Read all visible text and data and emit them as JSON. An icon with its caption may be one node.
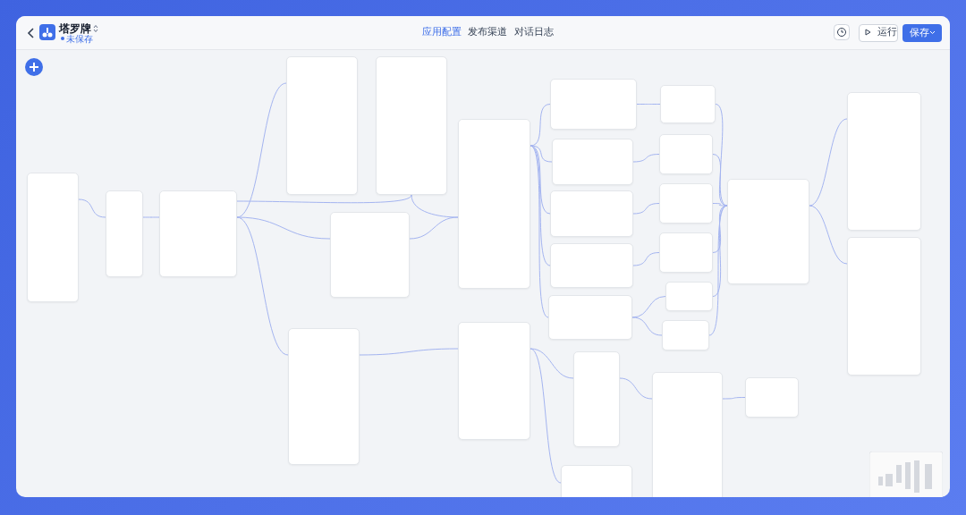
{
  "diagram": {
    "nodes": [
      {
        "text": [],
        "shape": "box"
      },
      {
        "text": [],
        "shape": "box"
      },
      {
        "text": [],
        "shape": "box"
      },
      {
        "text": [],
        "shape": "box"
      },
      {
        "text": [],
        "shape": "box"
      },
      {
        "text": [],
        "shape": "box"
      },
      {
        "text": [],
        "shape": "box"
      },
      {
        "text": [],
        "shape": "box"
      },
      {
        "text": [],
        "shape": "box"
      },
      {
        "text": [],
        "shape": "box"
      },
      {
        "text": [],
        "shape": "box"
      },
      {
        "text": [],
        "shape": "box"
      },
      {
        "text": [],
        "shape": "box"
      },
      {
        "text": [],
        "shape": "box"
      },
      {
        "text": [],
        "shape": "box"
      },
      {
        "text": [],
        "shape": "box"
      },
      {
        "text": [],
        "shape": "box"
      },
      {
        "text": [],
        "shape": "box"
      },
      {
        "text": [],
        "shape": "box"
      },
      {
        "text": [],
        "shape": "box"
      },
      {
        "text": [],
        "shape": "box"
      },
      {
        "text": [],
        "shape": "box"
      },
      {
        "text": [],
        "shape": "box"
      },
      {
        "text": [],
        "shape": "box"
      },
      {
        "text": [],
        "shape": "box"
      },
      {
        "text": [],
        "shape": "box"
      },
      {
        "text": [],
        "shape": "box"
      }
    ],
    "edges": [
      {
        "from": 0,
        "to": 1,
        "arrow": "none"
      },
      {
        "from": 1,
        "to": 2,
        "arrow": "none"
      },
      {
        "from": 2,
        "to": 3,
        "arrow": "none"
      },
      {
        "from": 2,
        "to": 4,
        "arrow": "none"
      },
      {
        "from": 2,
        "to": 5,
        "arrow": "none"
      },
      {
        "from": 2,
        "to": 7,
        "arrow": "none"
      },
      {
        "from": 4,
        "to": 6,
        "arrow": "none"
      },
      {
        "from": 5,
        "to": 6,
        "arrow": "none"
      },
      {
        "from": 7,
        "to": 22,
        "arrow": "none"
      },
      {
        "from": 6,
        "to": 8,
        "arrow": "none"
      },
      {
        "from": 6,
        "to": 9,
        "arrow": "none"
      },
      {
        "from": 6,
        "to": 10,
        "arrow": "none"
      },
      {
        "from": 6,
        "to": 11,
        "arrow": "none"
      },
      {
        "from": 6,
        "to": 12,
        "arrow": "none"
      },
      {
        "from": 8,
        "to": 13,
        "arrow": "none"
      },
      {
        "from": 9,
        "to": 14,
        "arrow": "none"
      },
      {
        "from": 10,
        "to": 15,
        "arrow": "none"
      },
      {
        "from": 11,
        "to": 16,
        "arrow": "none"
      },
      {
        "from": 12,
        "to": 17,
        "arrow": "none"
      },
      {
        "from": 12,
        "to": 18,
        "arrow": "none"
      },
      {
        "from": 13,
        "to": 19,
        "arrow": "none"
      },
      {
        "from": 14,
        "to": 19,
        "arrow": "none"
      },
      {
        "from": 15,
        "to": 19,
        "arrow": "none"
      },
      {
        "from": 16,
        "to": 19,
        "arrow": "none"
      },
      {
        "from": 17,
        "to": 19,
        "arrow": "none"
      },
      {
        "from": 18,
        "to": 19,
        "arrow": "none"
      },
      {
        "from": 19,
        "to": 20,
        "arrow": "none"
      },
      {
        "from": 19,
        "to": 21,
        "arrow": "none"
      },
      {
        "from": 22,
        "to": 23,
        "arrow": "none"
      },
      {
        "from": 23,
        "to": 24,
        "arrow": "none"
      },
      {
        "from": 24,
        "to": 25,
        "arrow": "none"
      },
      {
        "from": 22,
        "to": 26,
        "arrow": "none"
      }
    ],
    "labels": [
      "塔罗牌",
      "未保存",
      "应用配置",
      "发布渠道",
      "对话日志",
      "运行",
      "保存"
    ]
  }
}
